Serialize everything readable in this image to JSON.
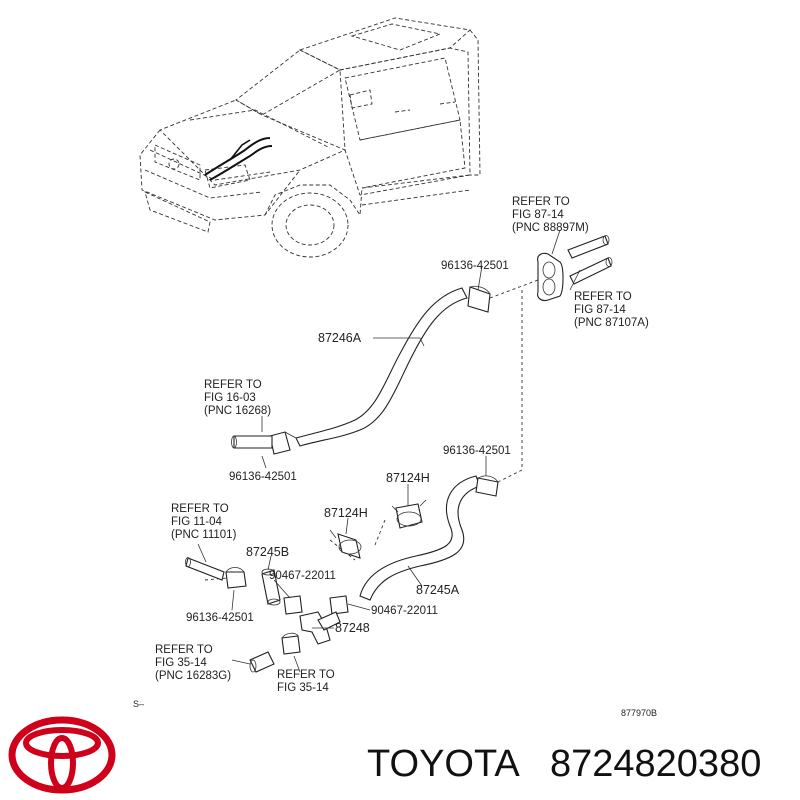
{
  "labels": {
    "refer_88897m": [
      "REFER TO",
      "FIG 87-14",
      "(PNC 88897M)"
    ],
    "refer_87107a": [
      "REFER TO",
      "FIG 87-14",
      "(PNC 87107A)"
    ],
    "refer_16268": [
      "REFER TO",
      "FIG 16-03",
      "(PNC 16268)"
    ],
    "refer_11101": [
      "REFER TO",
      "FIG 11-04",
      "(PNC 11101)"
    ],
    "refer_16283g": [
      "REFER TO",
      "FIG 35-14",
      "(PNC 16283G)"
    ],
    "refer_35_14": [
      "REFER TO",
      "FIG 35-14"
    ],
    "clamp_top": "96136-42501",
    "hose_a": "87246A",
    "clamp_left": "96136-42501",
    "clamp_mid": "96136-42501",
    "valve_h_upper": "87124H",
    "valve_h_lower": "87124H",
    "hose_b": "87245B",
    "clip_left": "90467-22011",
    "hose_c": "87245A",
    "clamp_bottom": "96136-42501",
    "clip_right": "90467-22011",
    "joint": "87248",
    "section_mark": "S–",
    "drawing_no": "877970B"
  },
  "brand": {
    "name": "TOYOTA",
    "part_number": "8724820380",
    "logo_color": "#d0001b"
  }
}
